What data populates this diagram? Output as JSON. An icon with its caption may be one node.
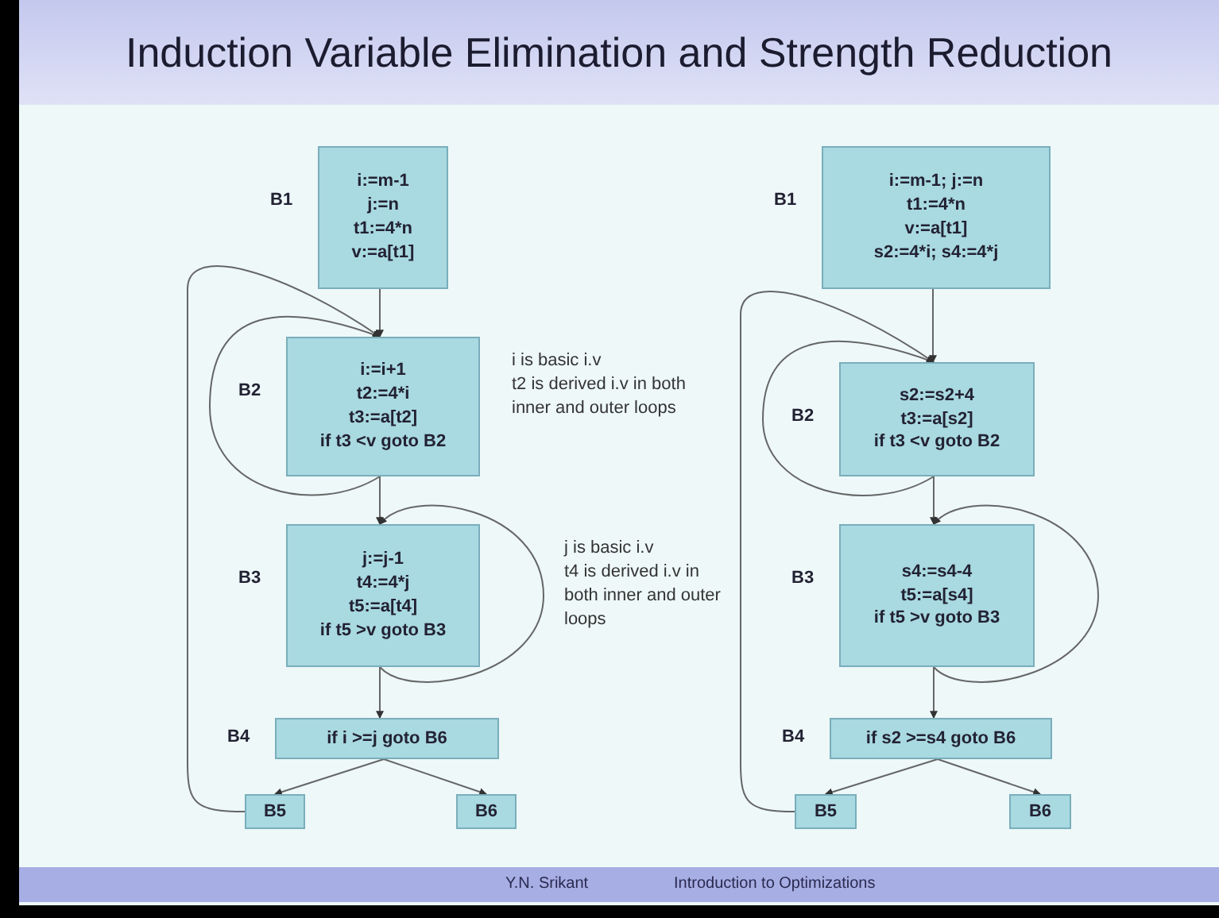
{
  "diagram": {
    "title": "Induction Variable Elimination and Strength Reduction",
    "nodes": [
      {
        "text": [
          "i:=m-1",
          "j:=n",
          "t1:=4*n",
          "v:=a[t1]"
        ],
        "beside": [
          "B1"
        ]
      },
      {
        "text": [
          "i:=i+1",
          "t2:=4*i",
          "t3:=a[t2]",
          "if t3 <v goto B2"
        ],
        "beside": [
          "B2",
          "i is basic i.v",
          "t2 is derived i.v in both inner and outer loops"
        ]
      },
      {
        "text": [
          "j:=j-1",
          "t4:=4*j",
          "t5:=a[t4]",
          "if t5 >v goto B3"
        ],
        "beside": [
          "B3",
          "j is basic i.v",
          "t4 is derived i.v in both inner and outer loops"
        ]
      },
      {
        "text": [
          "if i >=j goto B6"
        ],
        "beside": [
          "B4"
        ]
      },
      {
        "text": [
          "B5"
        ]
      },
      {
        "text": [
          "B6"
        ]
      },
      {
        "text": [
          "i:=m-1; j:=n",
          "t1:=4*n",
          "v:=a[t1]",
          "s2:=4*i; s4:=4*j"
        ],
        "beside": [
          "B1"
        ]
      },
      {
        "text": [
          "s2:=s2+4",
          "t3:=a[s2]",
          "if t3 <v goto B2"
        ],
        "beside": [
          "B2"
        ]
      },
      {
        "text": [
          "s4:=s4-4",
          "t5:=a[s4]",
          "if t5 >v goto B3"
        ],
        "beside": [
          "B3"
        ]
      },
      {
        "text": [
          "if s2 >=s4 goto B6"
        ],
        "beside": [
          "B4"
        ]
      },
      {
        "text": [
          "B5"
        ]
      },
      {
        "text": [
          "B6"
        ]
      }
    ],
    "edges": [
      {
        "from": 0,
        "to": 1,
        "arrow": "to"
      },
      {
        "from": 1,
        "to": 1,
        "arrow": "to"
      },
      {
        "from": 4,
        "to": 1,
        "arrow": "to"
      },
      {
        "from": 1,
        "to": 2,
        "arrow": "to"
      },
      {
        "from": 2,
        "to": 2,
        "arrow": "to"
      },
      {
        "from": 2,
        "to": 3,
        "arrow": "to"
      },
      {
        "from": 3,
        "to": 4,
        "arrow": "to"
      },
      {
        "from": 3,
        "to": 5,
        "arrow": "to"
      },
      {
        "from": 6,
        "to": 7,
        "arrow": "to"
      },
      {
        "from": 7,
        "to": 7,
        "arrow": "to"
      },
      {
        "from": 10,
        "to": 7,
        "arrow": "to"
      },
      {
        "from": 7,
        "to": 8,
        "arrow": "to"
      },
      {
        "from": 8,
        "to": 8,
        "arrow": "to"
      },
      {
        "from": 8,
        "to": 9,
        "arrow": "to"
      },
      {
        "from": 9,
        "to": 10,
        "arrow": "to"
      },
      {
        "from": 9,
        "to": 11,
        "arrow": "to"
      }
    ],
    "labels": [
      "Y.N. Srikant",
      "Introduction to Optimizations"
    ]
  }
}
